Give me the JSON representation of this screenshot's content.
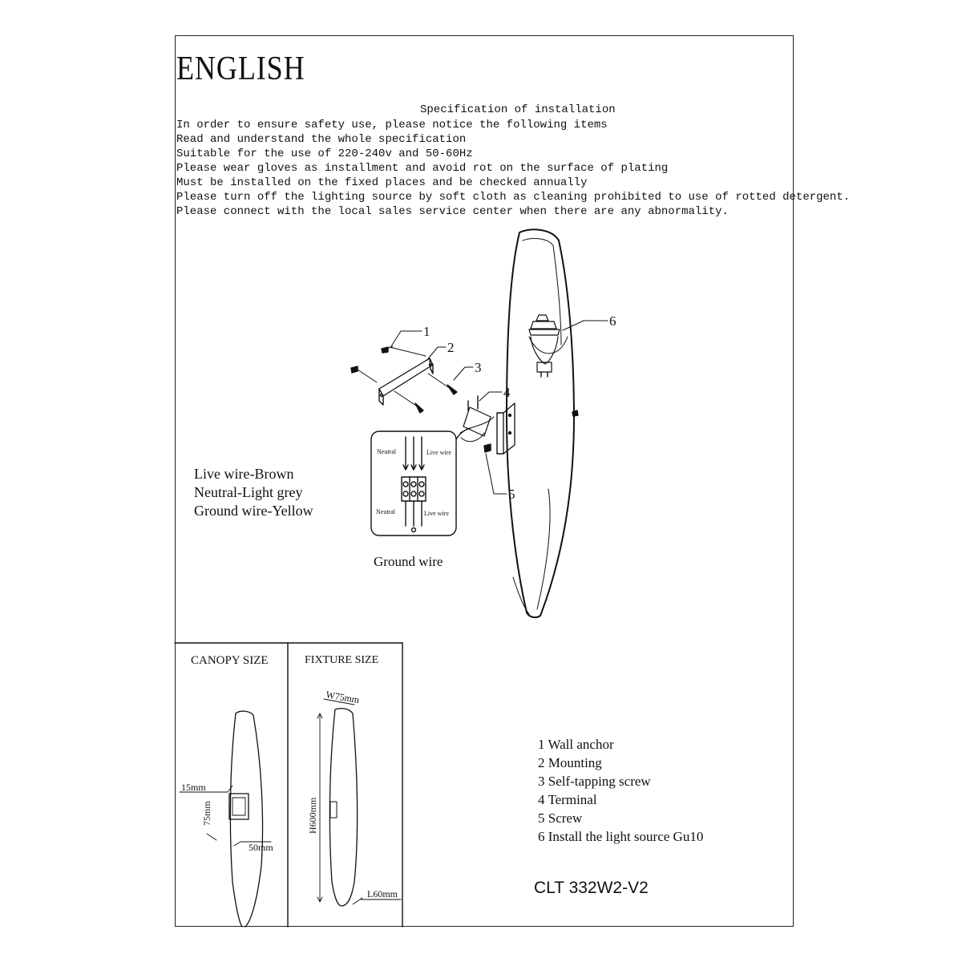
{
  "heading": "ENGLISH",
  "spec": {
    "title": "Specification of installation",
    "lines": [
      "In order to ensure safety use, please notice the following items",
      "Read and understand the whole specification",
      "Suitable for the use of 220-240v and 50-60Hz",
      "Please wear gloves as installment and avoid rot on the surface of plating",
      "Must be installed on the fixed places and be checked annually",
      "Please turn off the lighting source by soft cloth as cleaning prohibited to use of rotted detergent.",
      "Please connect with the local sales service center when there are any abnormality."
    ]
  },
  "wiring": {
    "legend": [
      "Live wire-Brown",
      "Neutral-Light grey",
      "Ground wire-Yellow"
    ],
    "ground_label": "Ground wire",
    "inset_labels": {
      "neutral_top": "Neutral",
      "live_top": "Live wire",
      "neutral_bottom": "Neutral",
      "live_bottom": "Live wire"
    }
  },
  "callouts": [
    "1",
    "2",
    "3",
    "4",
    "5",
    "6"
  ],
  "canopy": {
    "title": "CANOPY SIZE",
    "dims": {
      "depth": "15mm",
      "height": "75mm",
      "width": "50mm"
    }
  },
  "fixture": {
    "title": "FIXTURE SIZE",
    "dims": {
      "width": "W75mm",
      "height": "H600mm",
      "length": "L60mm"
    }
  },
  "parts": [
    "1  Wall anchor",
    "2  Mounting",
    "3  Self-tapping screw",
    "4  Terminal",
    "5  Screw",
    "6  Install the light source Gu10"
  ],
  "model_code": "CLT 332W2-V2"
}
